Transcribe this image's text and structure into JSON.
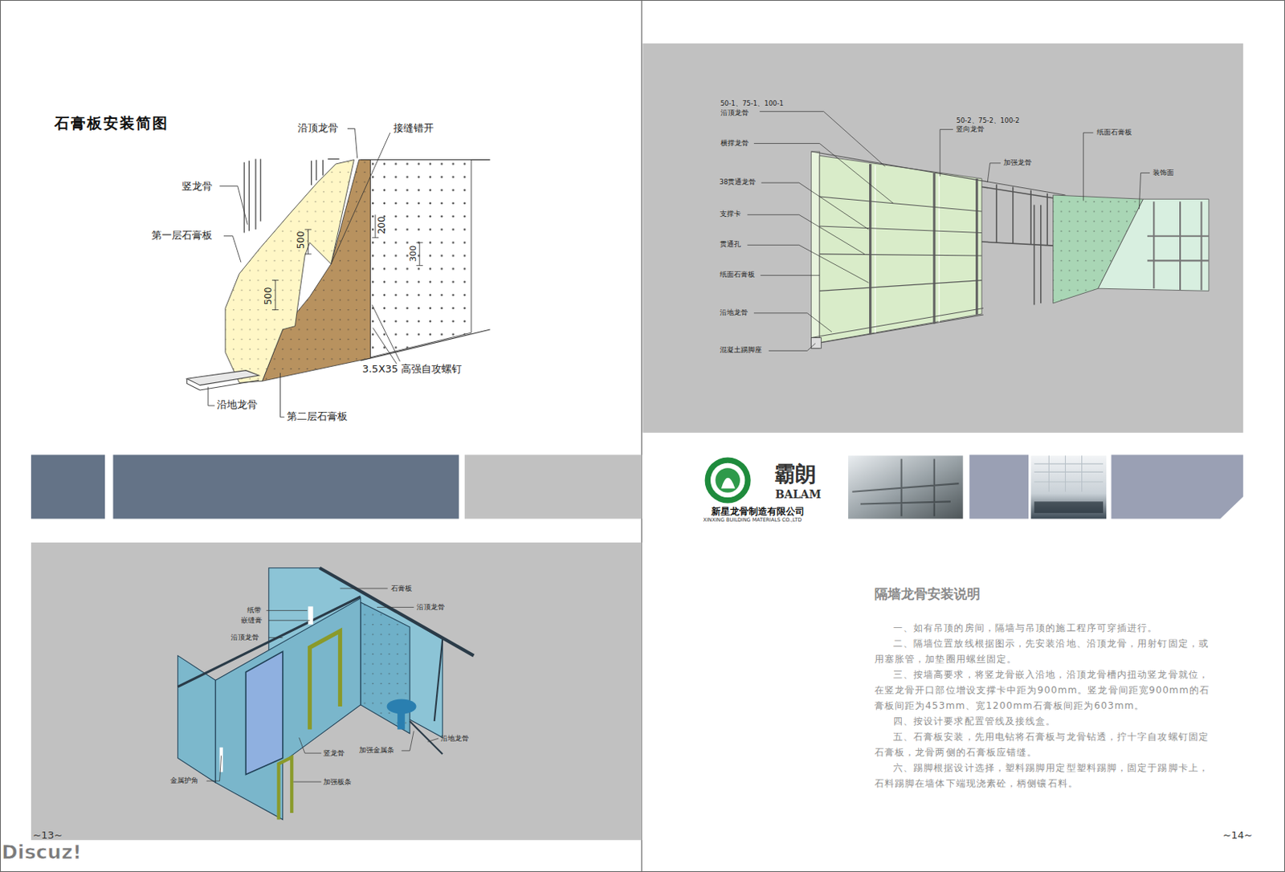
{
  "diagram": {
    "title": "石膏板安装简图",
    "labels": [
      "沿顶龙骨",
      "接缝错开",
      "竖龙骨",
      "第一层石膏板",
      "500",
      "500",
      "200",
      "300",
      "3.5X35 高强自攻螺钉",
      "沿地龙骨",
      "第二层石膏板",
      "50-1、75-1、100-1",
      "沿顶龙骨",
      "横撑龙骨",
      "38贯通龙骨",
      "支撑卡",
      "贯通孔",
      "纸面石膏板",
      "沿地龙骨",
      "混凝土踢脚座",
      "50-2、75-2、100-2",
      "竖向龙骨",
      "加强龙骨",
      "纸面石膏板",
      "装饰面",
      "霸朗",
      "BALAM",
      "新星龙骨制造有限公司",
      "XINXING BUILDING MATERIALS CO.,LTD",
      "石膏板",
      "纸带",
      "嵌缝膏",
      "沿顶龙骨",
      "沿顶龙骨",
      "竖龙骨",
      "加强金属条",
      "沿地龙骨",
      "金属护角",
      "加强板条",
      "~13~",
      "隔墙龙骨安装说明",
      "一、如有吊顶的房间，隔墙与吊顶的施工程序可穿插进行。",
      "二、隔墙位置放线根据图示，先安装沿地、沿顶龙骨，用射钉固定，或用塞胀管，加垫圈用螺丝固定。",
      "三、按墙高要求，将竖龙骨嵌入沿地，沿顶龙骨槽内扭动竖龙骨就位，在竖龙骨开口部位增设支撑卡中距为900mm。竖龙骨间距宽900mm的石膏板间距为453mm、宽1200mm石膏板间距为603mm。",
      "四、按设计要求配置管线及接线盒。",
      "五、石膏板安装，先用电钻将石膏板与龙骨钻透，拧十字自攻螺钉固定石膏板，龙骨两侧的石膏板应错缝。",
      "六、踢脚根据设计选择，塑料踢脚用定型塑料踢脚，固定于踢脚卡上，石料踢脚在墙体下端现浇素砼，柄侧镶石料。",
      "~14~",
      "Discuz!"
    ]
  }
}
